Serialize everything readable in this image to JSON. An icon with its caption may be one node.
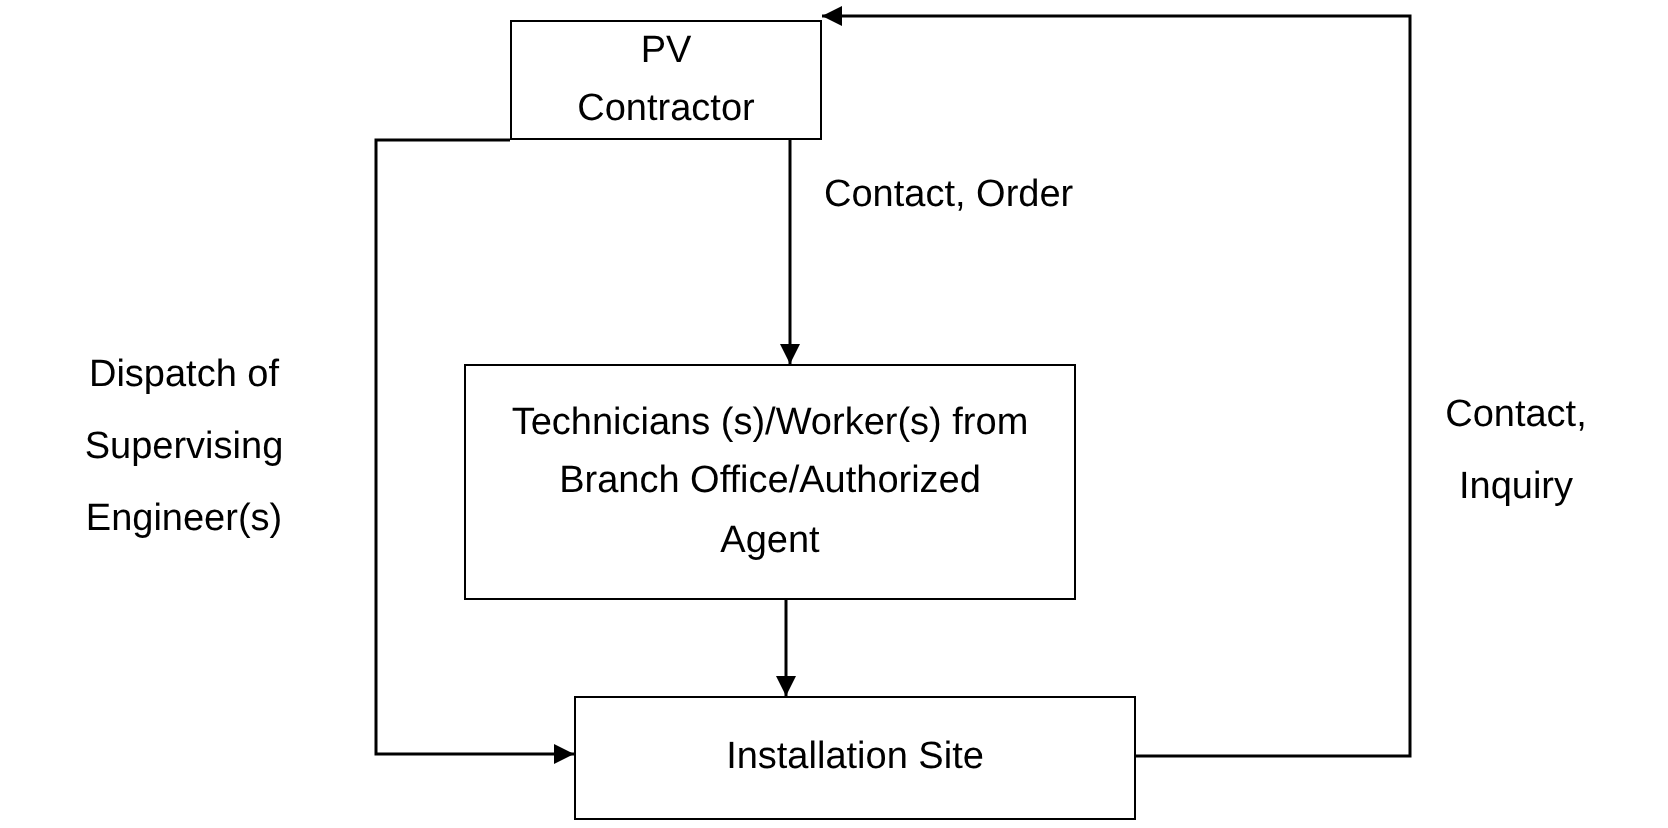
{
  "diagram": {
    "nodes": [
      {
        "text": [
          "PV Contractor"
        ]
      },
      {
        "text": [
          "Technicians (s)/Worker(s) from Branch Office/Authorized Agent"
        ]
      },
      {
        "text": [
          "Installation Site"
        ]
      }
    ],
    "edges": [
      {
        "from": 0,
        "to": 1,
        "arrow": "to",
        "label": "Contact, Order"
      },
      {
        "from": 1,
        "to": 2,
        "arrow": "to"
      },
      {
        "from": 0,
        "to": 2,
        "arrow": "to",
        "label": "Dispatch of Supervising Engineer(s)"
      },
      {
        "from": 2,
        "to": 0,
        "arrow": "to",
        "label": "Contact, Inquiry"
      }
    ]
  }
}
